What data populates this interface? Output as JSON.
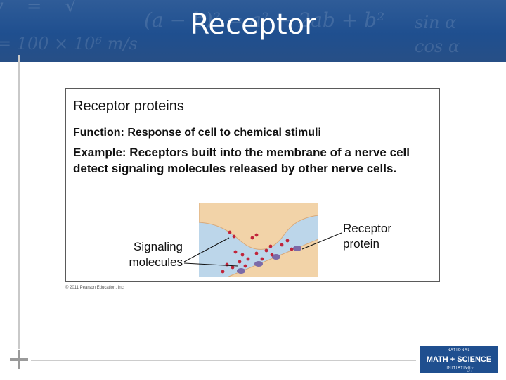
{
  "slide": {
    "title": "Receptor",
    "page_number": "37"
  },
  "figure": {
    "heading": "Receptor proteins",
    "function_line": "Function: Response of cell to chemical stimuli",
    "example_line": "Example: Receptors built into the membrane of a nerve cell detect signaling molecules released by other nerve cells.",
    "label_signaling_line1": "Signaling",
    "label_signaling_line2": "molecules",
    "label_receptor_line1": "Receptor",
    "label_receptor_line2": "protein",
    "copyright": "© 2011 Pearson Education, Inc."
  },
  "logo": {
    "top": "NATIONAL",
    "main": "MATH + SCIENCE",
    "bottom": "INITIATIVE"
  },
  "colors": {
    "header_blue": "#1f4f8f",
    "molecule_red": "#c0243a",
    "receptor_purple": "#7b6aa8",
    "membrane_tan": "#f2d3a8",
    "synapse_blue": "#bcd6ea"
  }
}
